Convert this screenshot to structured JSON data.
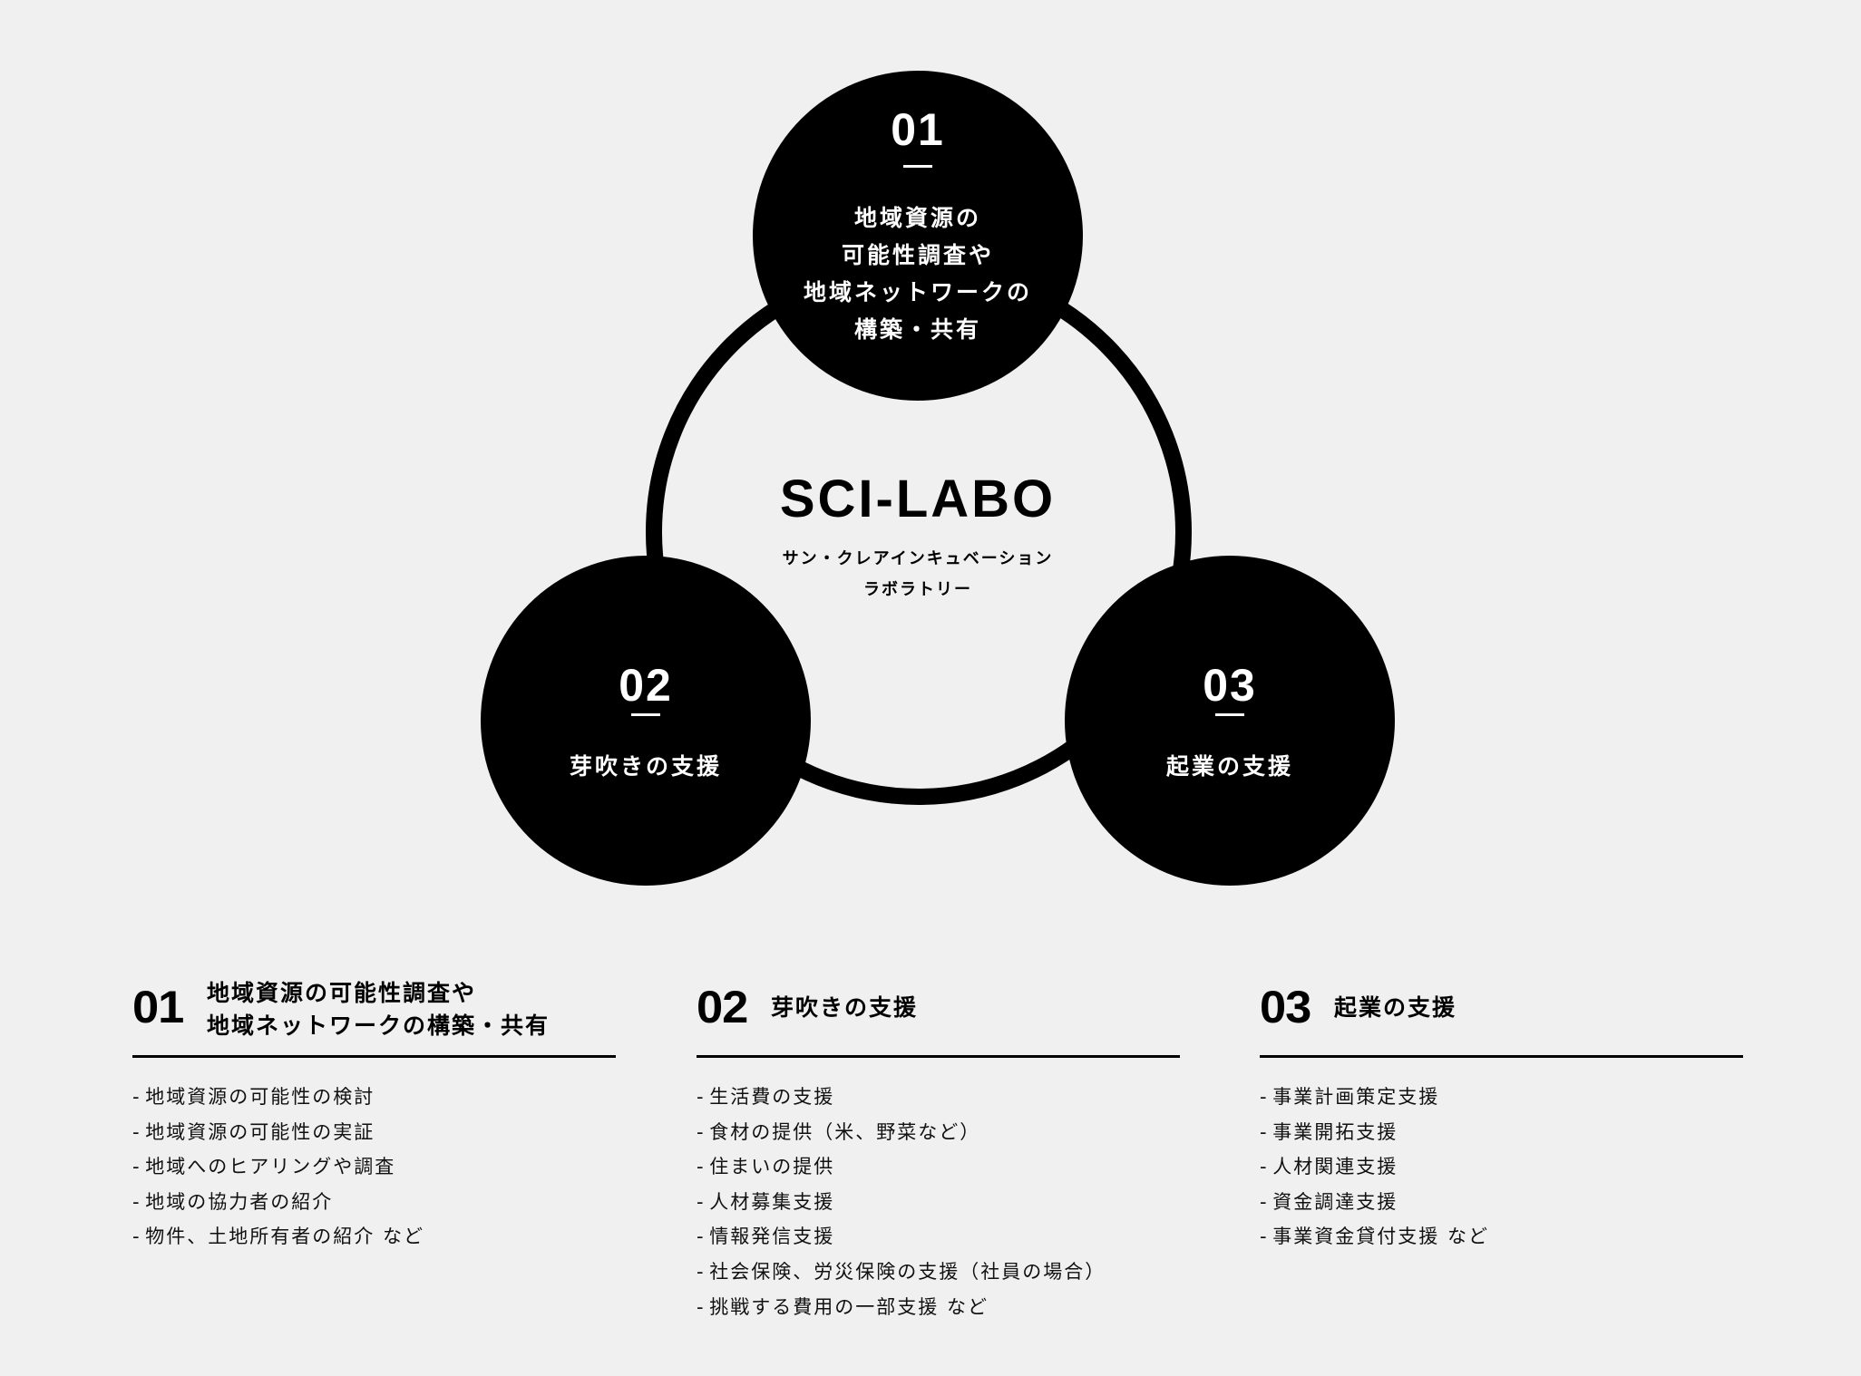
{
  "colors": {
    "background": "#f0f0f0",
    "foreground": "#000000",
    "node_text": "#ffffff"
  },
  "diagram": {
    "center": {
      "title": "SCI-LABO",
      "subtitle_line1": "サン・クレアインキュベーション",
      "subtitle_line2": "ラボラトリー"
    },
    "nodes": [
      {
        "number": "01",
        "label_lines": [
          "地域資源の",
          "可能性調査や",
          "地域ネットワークの",
          "構築・共有"
        ]
      },
      {
        "number": "02",
        "label_lines": [
          "芽吹きの支援"
        ]
      },
      {
        "number": "03",
        "label_lines": [
          "起業の支援"
        ]
      }
    ]
  },
  "sections": [
    {
      "number": "01",
      "title_lines": [
        "地域資源の可能性調査や",
        "地域ネットワークの構築・共有"
      ],
      "items": [
        "地域資源の可能性の検討",
        "地域資源の可能性の実証",
        "地域へのヒアリングや調査",
        "地域の協力者の紹介",
        "物件、土地所有者の紹介 など"
      ]
    },
    {
      "number": "02",
      "title_lines": [
        "芽吹きの支援"
      ],
      "items": [
        "生活費の支援",
        "食材の提供（米、野菜など）",
        "住まいの提供",
        "人材募集支援",
        "情報発信支援",
        "社会保険、労災保険の支援（社員の場合）",
        "挑戦する費用の一部支援 など"
      ]
    },
    {
      "number": "03",
      "title_lines": [
        "起業の支援"
      ],
      "items": [
        "事業計画策定支援",
        "事業開拓支援",
        "人材関連支援",
        "資金調達支援",
        "事業資金貸付支援 など"
      ]
    }
  ]
}
